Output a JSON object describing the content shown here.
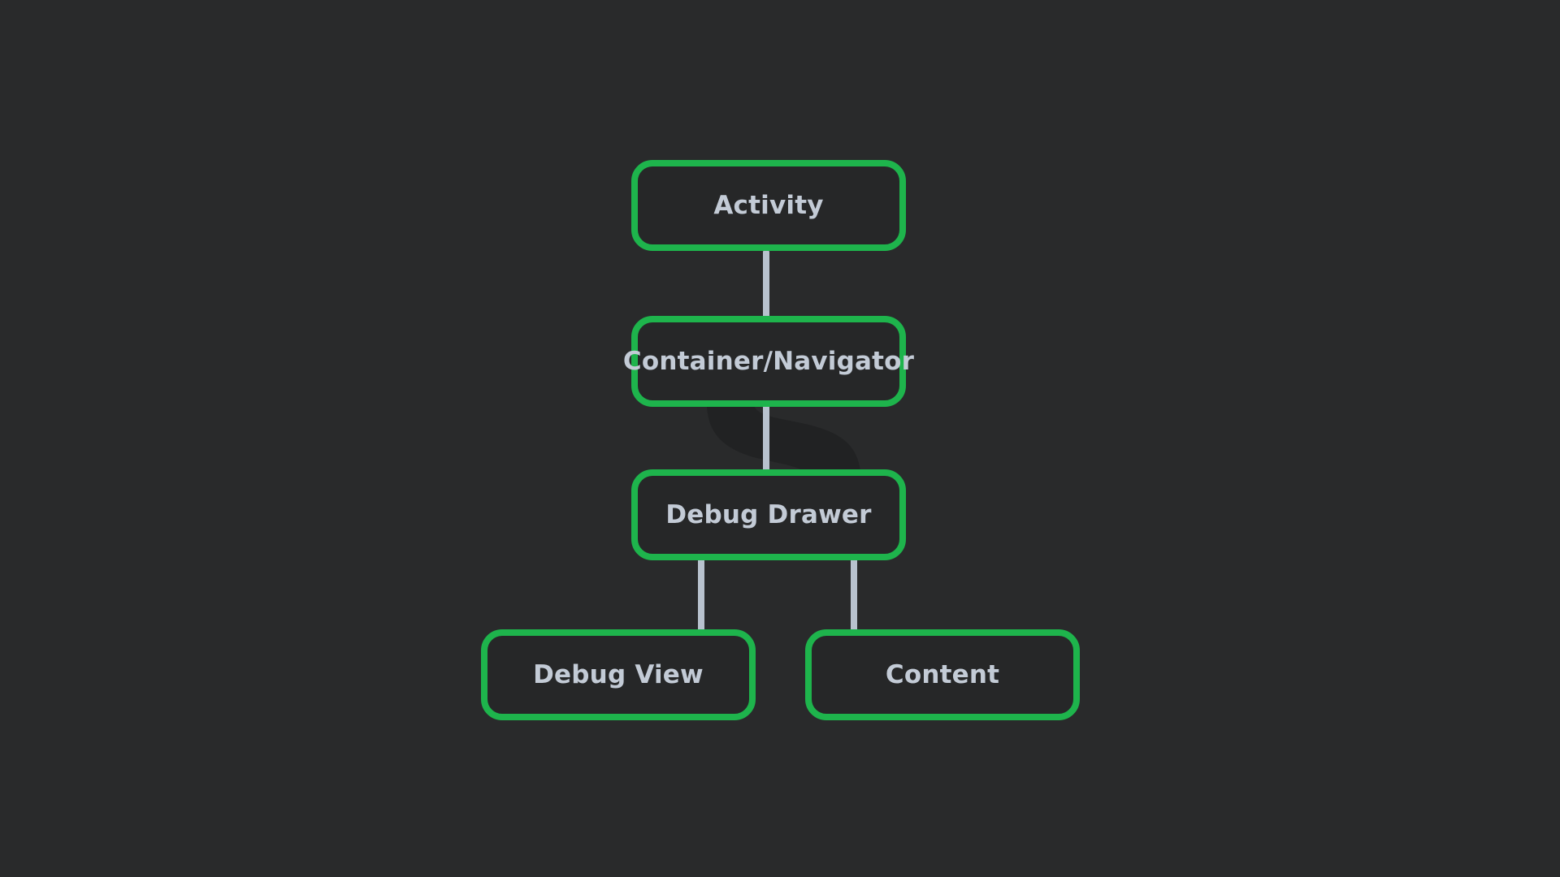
{
  "diagram": {
    "type": "tree-flowchart",
    "watermark_letter": "S",
    "colors": {
      "background": "#292a2b",
      "node_fill": "#262728",
      "node_border": "#1eb44c",
      "label_text": "#c3cbd6",
      "connector": "#b8c2ce",
      "watermark": "#212223"
    },
    "nodes": [
      {
        "id": "activity",
        "label": "Activity"
      },
      {
        "id": "container-navigator",
        "label": "Container/Navigator"
      },
      {
        "id": "debug-drawer",
        "label": "Debug Drawer"
      },
      {
        "id": "debug-view",
        "label": "Debug View"
      },
      {
        "id": "content",
        "label": "Content"
      }
    ],
    "edges": [
      {
        "from": "Activity",
        "to": "Container/Navigator"
      },
      {
        "from": "Container/Navigator",
        "to": "Debug Drawer"
      },
      {
        "from": "Debug Drawer",
        "to": "Debug View"
      },
      {
        "from": "Debug Drawer",
        "to": "Content"
      }
    ]
  }
}
